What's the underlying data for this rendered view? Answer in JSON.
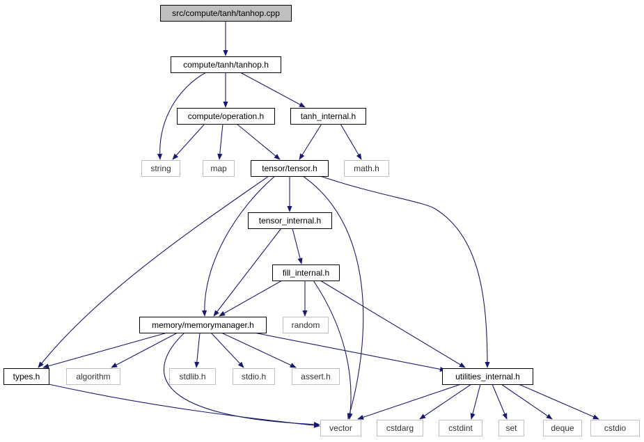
{
  "nodes": [
    {
      "id": "root",
      "label": "src/compute/tanh/tanhop.cpp",
      "kind": "root"
    },
    {
      "id": "tanhop_h",
      "label": "compute/tanh/tanhop.h",
      "kind": "file"
    },
    {
      "id": "operation_h",
      "label": "compute/operation.h",
      "kind": "file"
    },
    {
      "id": "tanh_internal_h",
      "label": "tanh_internal.h",
      "kind": "file"
    },
    {
      "id": "string",
      "label": "string",
      "kind": "external"
    },
    {
      "id": "map",
      "label": "map",
      "kind": "external"
    },
    {
      "id": "tensor_h",
      "label": "tensor/tensor.h",
      "kind": "file"
    },
    {
      "id": "math_h",
      "label": "math.h",
      "kind": "external"
    },
    {
      "id": "tensor_internal_h",
      "label": "tensor_internal.h",
      "kind": "file"
    },
    {
      "id": "fill_internal_h",
      "label": "fill_internal.h",
      "kind": "file"
    },
    {
      "id": "memorymanager_h",
      "label": "memory/memorymanager.h",
      "kind": "file"
    },
    {
      "id": "random",
      "label": "random",
      "kind": "external"
    },
    {
      "id": "types_h",
      "label": "types.h",
      "kind": "file"
    },
    {
      "id": "algorithm",
      "label": "algorithm",
      "kind": "external"
    },
    {
      "id": "stdlib_h",
      "label": "stdlib.h",
      "kind": "external"
    },
    {
      "id": "stdio_h",
      "label": "stdio.h",
      "kind": "external"
    },
    {
      "id": "assert_h",
      "label": "assert.h",
      "kind": "external"
    },
    {
      "id": "utilities_internal_h",
      "label": "utilities_internal.h",
      "kind": "file"
    },
    {
      "id": "vector",
      "label": "vector",
      "kind": "external"
    },
    {
      "id": "cstdarg",
      "label": "cstdarg",
      "kind": "external"
    },
    {
      "id": "cstdint",
      "label": "cstdint",
      "kind": "external"
    },
    {
      "id": "set",
      "label": "set",
      "kind": "external"
    },
    {
      "id": "deque",
      "label": "deque",
      "kind": "external"
    },
    {
      "id": "cstdio",
      "label": "cstdio",
      "kind": "external"
    }
  ],
  "edges": [
    {
      "from": "root",
      "to": "tanhop_h"
    },
    {
      "from": "tanhop_h",
      "to": "string"
    },
    {
      "from": "tanhop_h",
      "to": "operation_h"
    },
    {
      "from": "tanhop_h",
      "to": "tanh_internal_h"
    },
    {
      "from": "operation_h",
      "to": "string"
    },
    {
      "from": "operation_h",
      "to": "map"
    },
    {
      "from": "operation_h",
      "to": "tensor_h"
    },
    {
      "from": "tanh_internal_h",
      "to": "tensor_h"
    },
    {
      "from": "tanh_internal_h",
      "to": "math_h"
    },
    {
      "from": "tensor_h",
      "to": "tensor_internal_h"
    },
    {
      "from": "tensor_h",
      "to": "types_h"
    },
    {
      "from": "tensor_h",
      "to": "memorymanager_h"
    },
    {
      "from": "tensor_h",
      "to": "vector"
    },
    {
      "from": "tensor_h",
      "to": "utilities_internal_h"
    },
    {
      "from": "tensor_internal_h",
      "to": "fill_internal_h"
    },
    {
      "from": "tensor_internal_h",
      "to": "memorymanager_h"
    },
    {
      "from": "fill_internal_h",
      "to": "memorymanager_h"
    },
    {
      "from": "fill_internal_h",
      "to": "random"
    },
    {
      "from": "fill_internal_h",
      "to": "vector"
    },
    {
      "from": "fill_internal_h",
      "to": "utilities_internal_h"
    },
    {
      "from": "memorymanager_h",
      "to": "types_h"
    },
    {
      "from": "memorymanager_h",
      "to": "algorithm"
    },
    {
      "from": "memorymanager_h",
      "to": "stdlib_h"
    },
    {
      "from": "memorymanager_h",
      "to": "stdio_h"
    },
    {
      "from": "memorymanager_h",
      "to": "assert_h"
    },
    {
      "from": "memorymanager_h",
      "to": "utilities_internal_h"
    },
    {
      "from": "memorymanager_h",
      "to": "vector"
    },
    {
      "from": "types_h",
      "to": "vector"
    },
    {
      "from": "utilities_internal_h",
      "to": "vector"
    },
    {
      "from": "utilities_internal_h",
      "to": "cstdarg"
    },
    {
      "from": "utilities_internal_h",
      "to": "cstdint"
    },
    {
      "from": "utilities_internal_h",
      "to": "set"
    },
    {
      "from": "utilities_internal_h",
      "to": "deque"
    },
    {
      "from": "utilities_internal_h",
      "to": "cstdio"
    }
  ],
  "colors": {
    "edge": "#191970",
    "root_fill": "#bfbfbf",
    "node_border": "#000000",
    "external_border": "#bfbfbf"
  }
}
